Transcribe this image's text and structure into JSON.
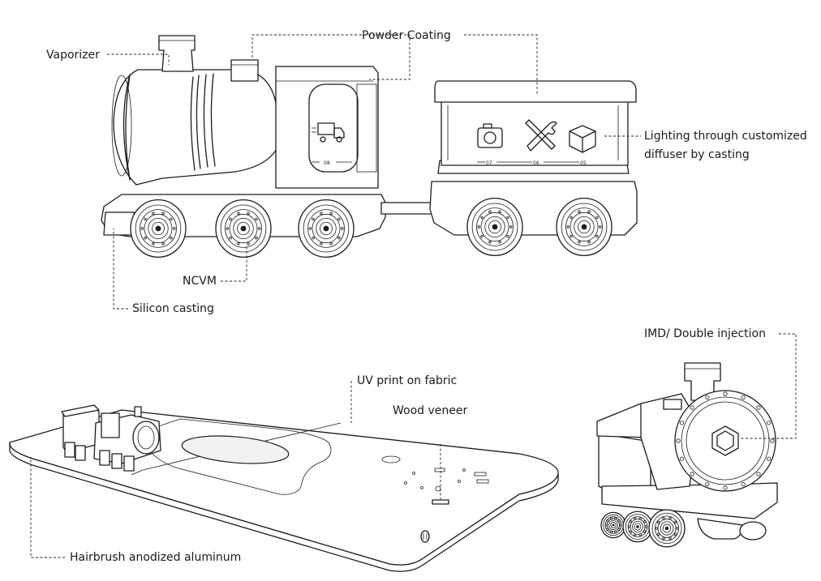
{
  "callouts": {
    "vaporizer": "Vaporizer",
    "powder_coating": "Powder Coating",
    "lighting_line1": "Lighting through customized",
    "lighting_line2": "diffuser by casting",
    "ncvm": "NCVM",
    "silicon_casting": "Silicon casting",
    "imd": "IMD/ Double injection",
    "uv_print": "UV print on fabric",
    "wood_veneer": "Wood veneer",
    "hairbrush": "Hairbrush anodized aluminum"
  },
  "panel_numbers": {
    "locomotive_cab": "08",
    "wagon_left": "07",
    "wagon_mid": "06",
    "wagon_right": "05"
  },
  "icons": [
    "truck-icon",
    "camera-icon",
    "tools-icon",
    "cube-icon",
    "hexagon-logo-icon"
  ]
}
